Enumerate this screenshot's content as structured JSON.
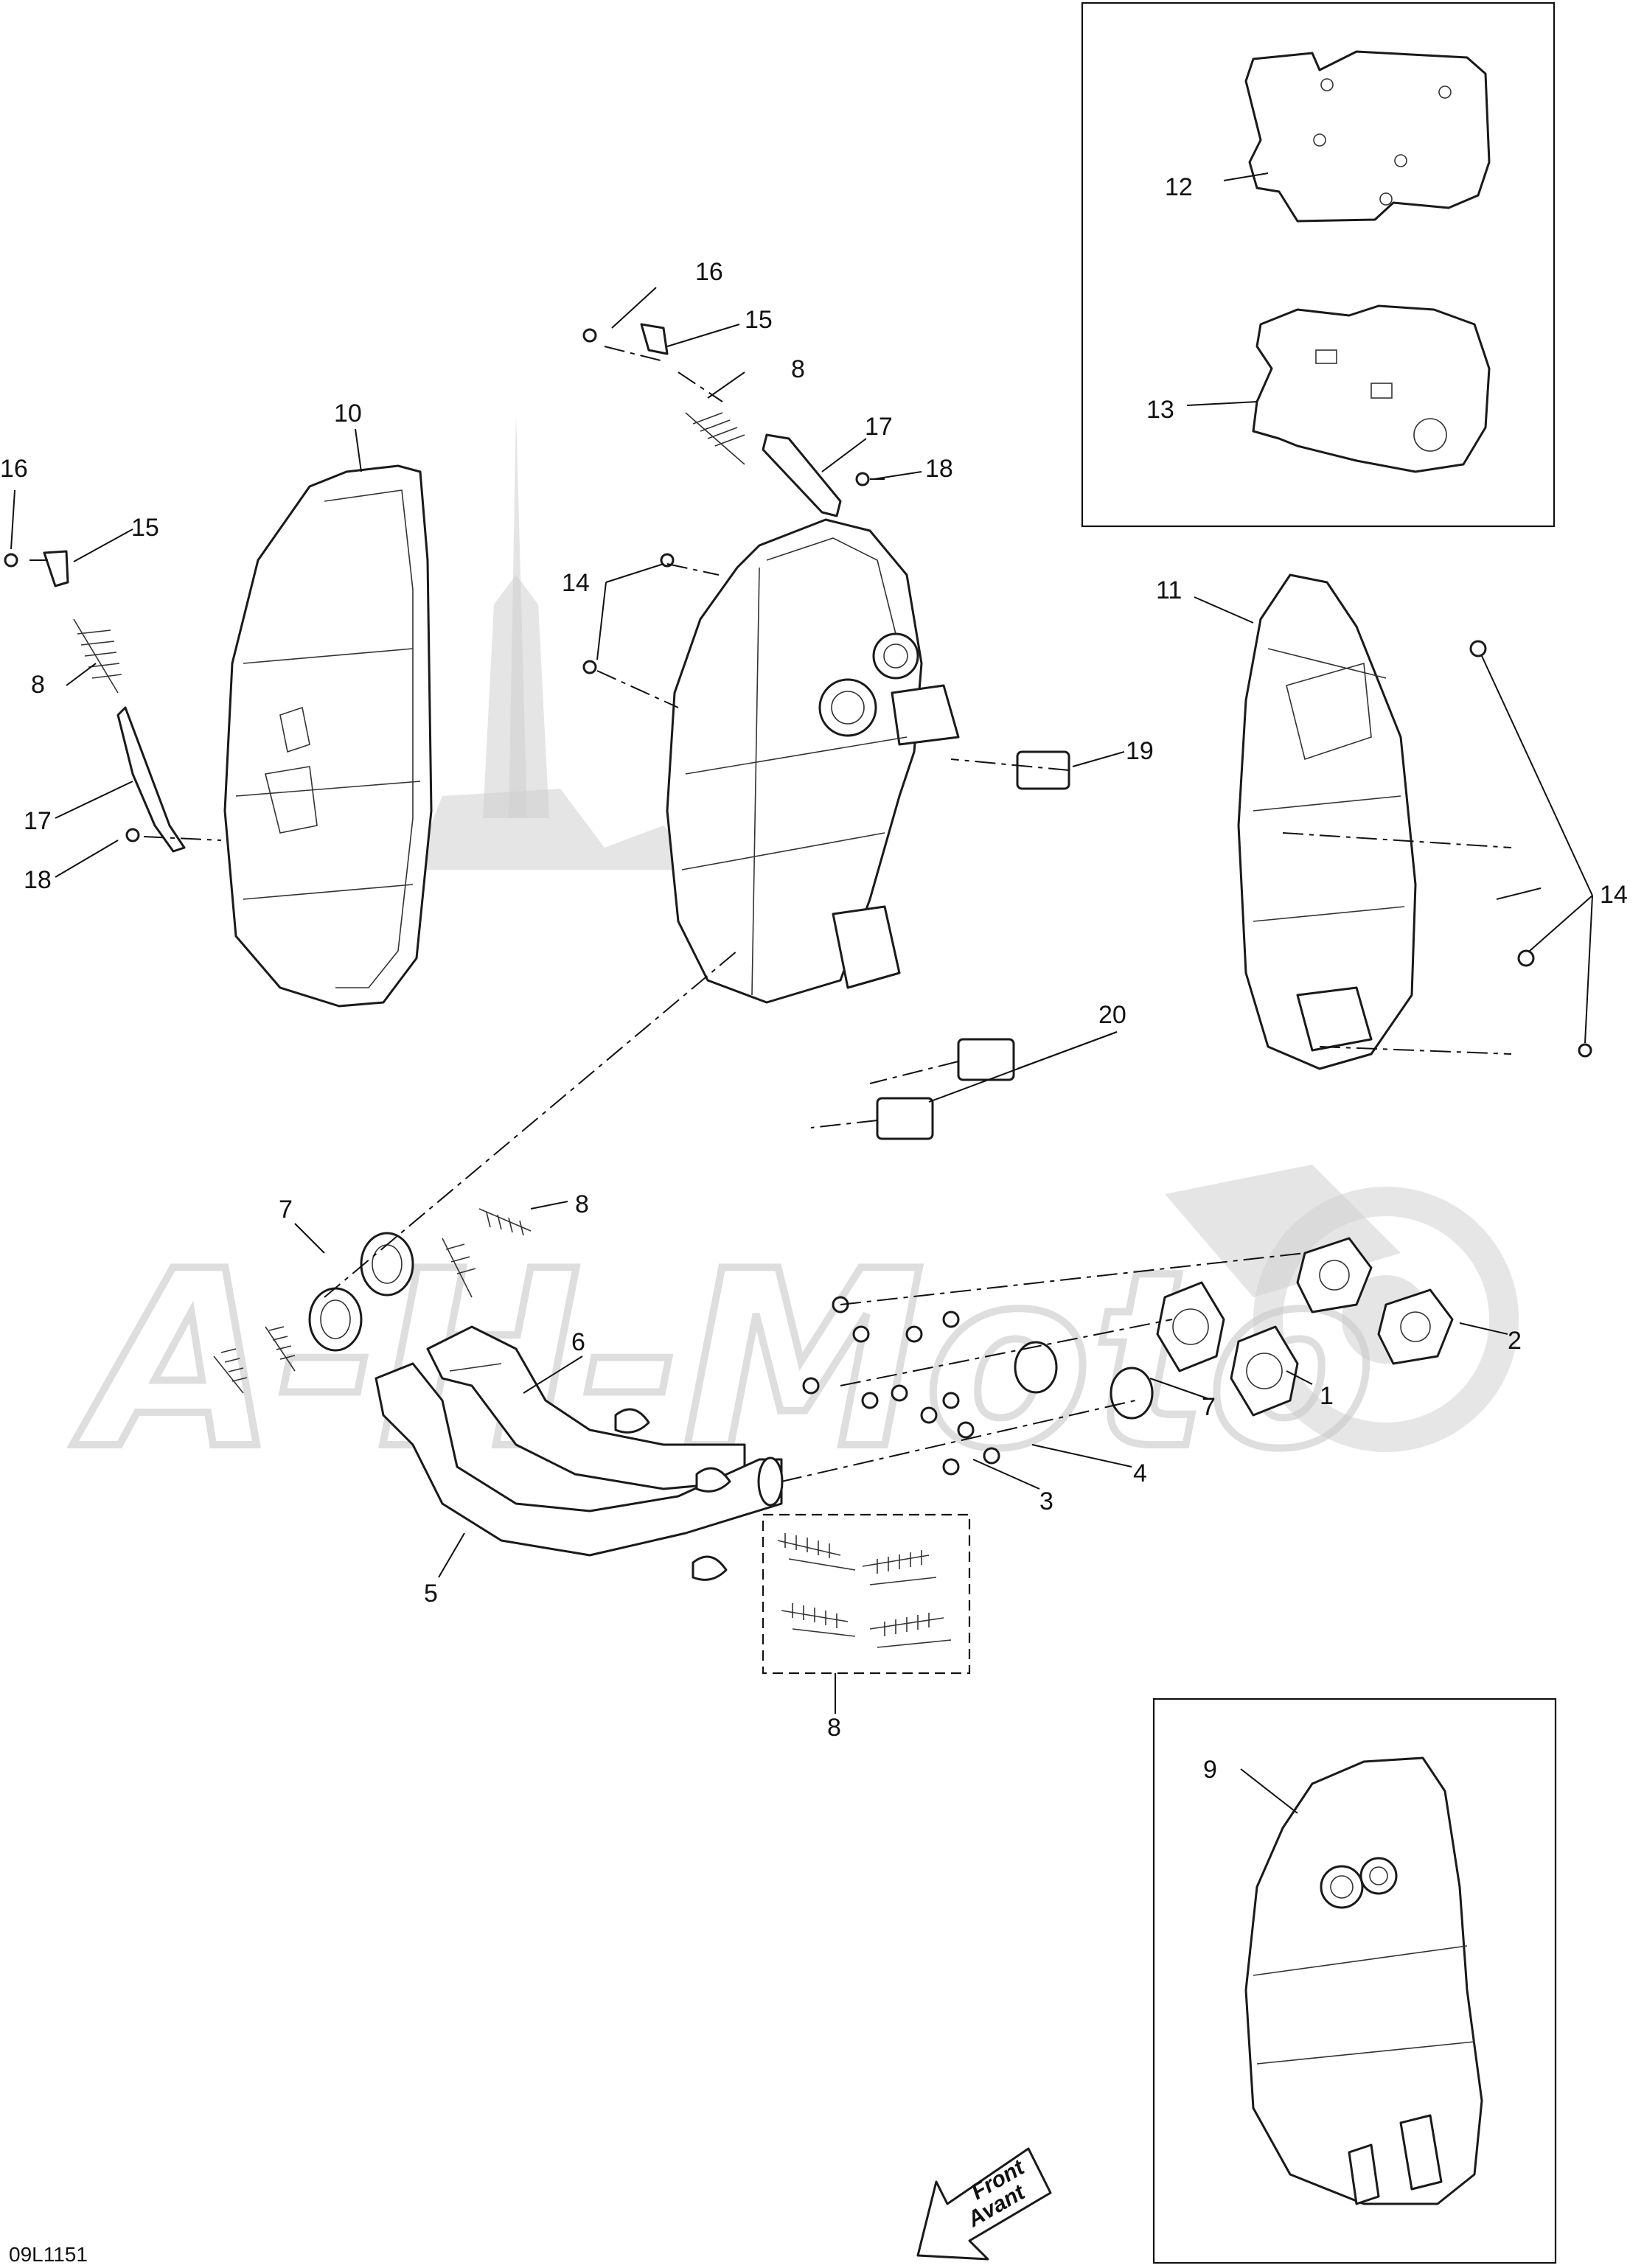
{
  "diagram": {
    "code": "09L1151",
    "watermark": "A-H-Moto",
    "front_arrow": {
      "line1": "Front",
      "line2": "Avant"
    },
    "callouts": {
      "p1": "1",
      "p2": "2",
      "p3": "3",
      "p4": "4",
      "p5": "5",
      "p6": "6",
      "p7a": "7",
      "p7b": "7",
      "p8a": "8",
      "p8b": "8",
      "p8c": "8",
      "p8d": "8",
      "p9": "9",
      "p10": "10",
      "p11": "11",
      "p12": "12",
      "p13": "13",
      "p14a": "14",
      "p14b": "14",
      "p15a": "15",
      "p15b": "15",
      "p16a": "16",
      "p16b": "16",
      "p17a": "17",
      "p17b": "17",
      "p18a": "18",
      "p18b": "18",
      "p19": "19",
      "p20": "20"
    }
  }
}
